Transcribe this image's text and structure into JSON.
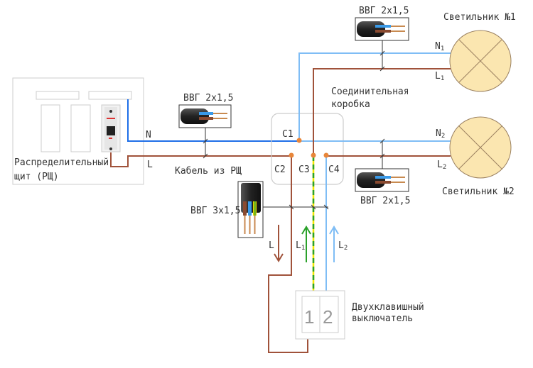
{
  "colors": {
    "neutral_main": "#1f6fe8",
    "neutral_light": "#7fbdf5",
    "phase": "#a0523a",
    "ground_green": "#2aa12a",
    "ground_yellow": "#f2e600",
    "junction_dot": "#e8863a",
    "lamp_fill": "#fbe6b0"
  },
  "panel": {
    "label_line1": "Распределительный",
    "label_line2": "щит (РЩ)",
    "n_label": "N",
    "l_label": "L"
  },
  "cables": {
    "feed": {
      "label": "ВВГ 2х1,5",
      "caption": "Кабель из РЩ"
    },
    "lamp1": {
      "label": "ВВГ 2х1,5"
    },
    "lamp2": {
      "label": "ВВГ 2х1,5"
    },
    "switch": {
      "label": "ВВГ 3х1,5"
    }
  },
  "junction_box": {
    "label_line1": "Соединительная",
    "label_line2": "коробка",
    "connections": [
      "C1",
      "C2",
      "C3",
      "C4"
    ]
  },
  "lamps": [
    {
      "title": "Светильник №1",
      "n": "N",
      "n_sub": "1",
      "l": "L",
      "l_sub": "1"
    },
    {
      "title": "Светильник №2",
      "n": "N",
      "n_sub": "2",
      "l": "L",
      "l_sub": "2"
    }
  ],
  "switch": {
    "label_line1": "Двухклавишный",
    "label_line2": "выключатель",
    "key1": "1",
    "key2": "2"
  },
  "flows": [
    {
      "label": "L",
      "sub": "",
      "direction": "down"
    },
    {
      "label": "L",
      "sub": "1",
      "direction": "up"
    },
    {
      "label": "L",
      "sub": "2",
      "direction": "up"
    }
  ]
}
